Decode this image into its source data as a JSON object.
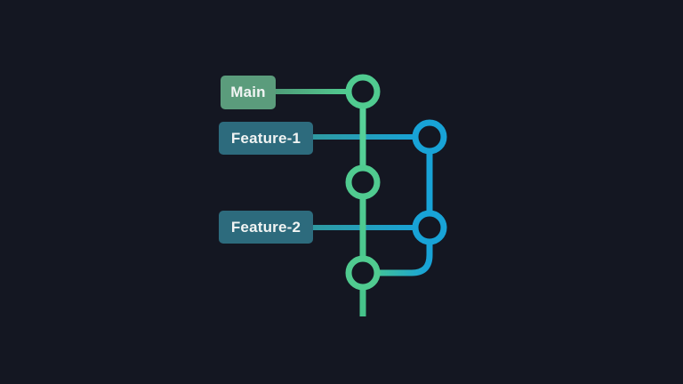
{
  "diagram": {
    "type": "git-branch-graph",
    "labels": {
      "main": "Main",
      "feature1": "Feature-1",
      "feature2": "Feature-2"
    },
    "graph": {
      "main_branch_commits": 3,
      "feature_branch_commits": 2,
      "feature_branches_off_main": true,
      "feature_merges_into_last_main_commit": true
    },
    "colors": {
      "background": "#141722",
      "main_green": "#50cb90",
      "main_green_light": "#5bd59c",
      "main_green_deep": "#45c289",
      "main_connector_start": "#4f9b78",
      "feature_blue": "#18a3d7",
      "teal_line_start": "#2f9aa0",
      "merge_teal": "#44c493",
      "label_main_bg": "#5b9c7c",
      "label_feature_bg": "#2d6b7d",
      "label_text": "#f1f4f3"
    }
  }
}
